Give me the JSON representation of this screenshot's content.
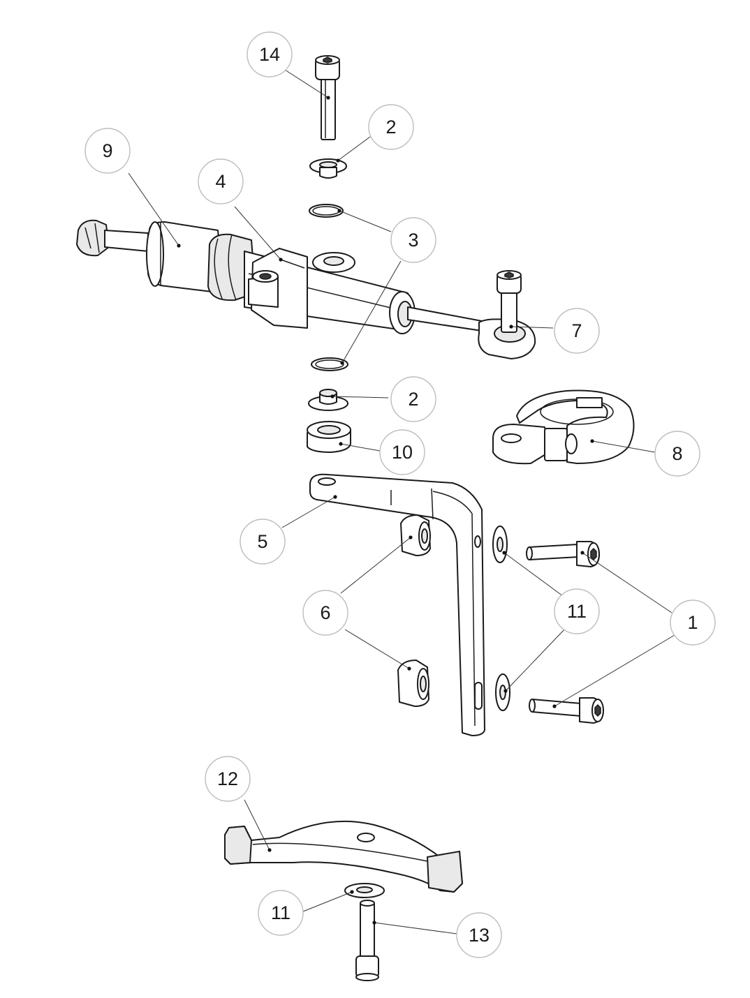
{
  "balloons": [
    {
      "id": "b14",
      "label": "14"
    },
    {
      "id": "b2a",
      "label": "2"
    },
    {
      "id": "b9",
      "label": "9"
    },
    {
      "id": "b4",
      "label": "4"
    },
    {
      "id": "b3",
      "label": "3"
    },
    {
      "id": "b7",
      "label": "7"
    },
    {
      "id": "b2b",
      "label": "2"
    },
    {
      "id": "b10",
      "label": "10"
    },
    {
      "id": "b8",
      "label": "8"
    },
    {
      "id": "b5",
      "label": "5"
    },
    {
      "id": "b6",
      "label": "6"
    },
    {
      "id": "b11a",
      "label": "11"
    },
    {
      "id": "b1",
      "label": "1"
    },
    {
      "id": "b12",
      "label": "12"
    },
    {
      "id": "b11b",
      "label": "11"
    },
    {
      "id": "b13",
      "label": "13"
    }
  ],
  "colors": {
    "line": "#1a1a1a",
    "balloon_border": "#bdbdbd",
    "background": "#ffffff"
  }
}
